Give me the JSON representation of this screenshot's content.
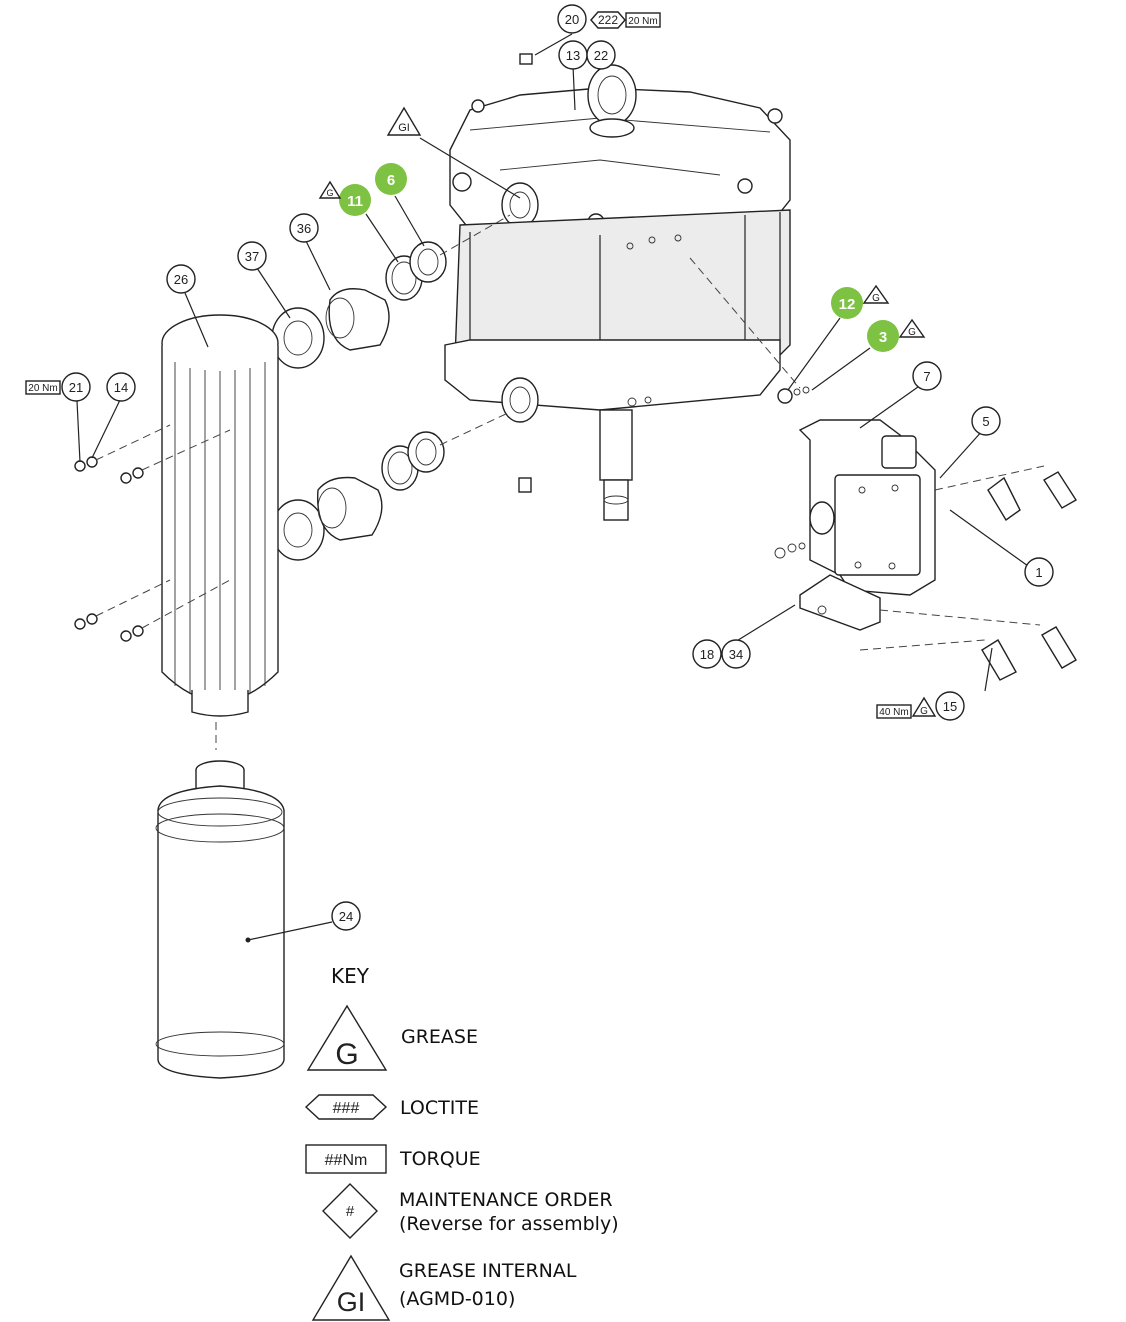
{
  "callouts": [
    {
      "id": "c20",
      "label": "20"
    },
    {
      "id": "c13",
      "label": "13"
    },
    {
      "id": "c22",
      "label": "22"
    },
    {
      "id": "c36",
      "label": "36"
    },
    {
      "id": "c37",
      "label": "37"
    },
    {
      "id": "c26",
      "label": "26"
    },
    {
      "id": "c21",
      "label": "21"
    },
    {
      "id": "c14",
      "label": "14"
    },
    {
      "id": "c7",
      "label": "7"
    },
    {
      "id": "c5",
      "label": "5"
    },
    {
      "id": "c1",
      "label": "1"
    },
    {
      "id": "c18",
      "label": "18"
    },
    {
      "id": "c34",
      "label": "34"
    },
    {
      "id": "c15",
      "label": "15"
    },
    {
      "id": "c24",
      "label": "24"
    }
  ],
  "maintenance_steps": [
    {
      "id": "m11",
      "label": "11"
    },
    {
      "id": "m6",
      "label": "6"
    },
    {
      "id": "m12",
      "label": "12"
    },
    {
      "id": "m3",
      "label": "3"
    }
  ],
  "tags": {
    "loctite_222": "222",
    "torque_20a": "20 Nm",
    "torque_20b": "20 Nm",
    "torque_40": "40 Nm",
    "grease_g": "G",
    "grease_internal_gi": "GI"
  },
  "key": {
    "title": "KEY",
    "items": [
      {
        "symbol": "G",
        "label": "GREASE"
      },
      {
        "symbol": "###",
        "label": "LOCTITE"
      },
      {
        "symbol": "##Nm",
        "label": "TORQUE"
      },
      {
        "symbol": "#",
        "label": "MAINTENANCE ORDER",
        "label2": "(Reverse for assembly)"
      },
      {
        "symbol": "GI",
        "label": "GREASE INTERNAL",
        "label2": "(AGMD-010)"
      }
    ]
  },
  "colors": {
    "maintenance_green": "#7dc242",
    "line": "#222222"
  }
}
